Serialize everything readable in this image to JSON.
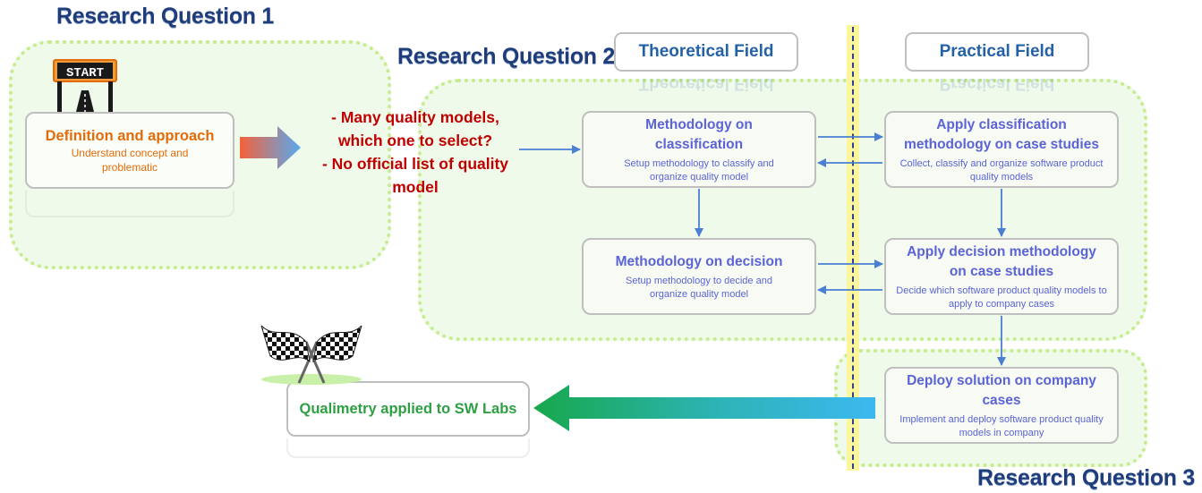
{
  "rq1": {
    "title": "Research Question 1"
  },
  "rq2": {
    "title": "Research Question 2"
  },
  "rq3": {
    "title": "Research Question 3"
  },
  "start_sign": "START",
  "definition": {
    "title": "Definition and approach",
    "subtitle": "Understand concept and problematic"
  },
  "issues": [
    "- Many quality models,",
    "which one to select?",
    "- No official list of quality",
    "model"
  ],
  "fields": {
    "theoretical": "Theoretical Field",
    "practical": "Practical Field"
  },
  "boxes": {
    "classification": {
      "title": "Methodology on classification",
      "subtitle": "Setup methodology to classify and organize quality model"
    },
    "decision": {
      "title": "Methodology on decision",
      "subtitle": "Setup methodology to decide and organize quality model"
    },
    "apply_classification": {
      "title": "Apply classification methodology on case studies",
      "subtitle": "Collect, classify and organize software product quality models"
    },
    "apply_decision": {
      "title": "Apply decision methodology on case studies",
      "subtitle": "Decide which software product quality models to apply to company cases"
    },
    "deploy": {
      "title": "Deploy solution on company cases",
      "subtitle": "Implement and deploy software product quality models in company"
    }
  },
  "final": {
    "title": "Qualimetry applied to SW Labs"
  },
  "colors": {
    "rq_title": "#1f3d7a",
    "region_border": "#c6ec8f",
    "box_text": "#5b63d6",
    "definition_text": "#e36c0a",
    "issue_text": "#c00000",
    "field_text": "#2462a8",
    "final_text": "#2ea043",
    "arrow": "#4a7fd4",
    "divider": "#fbf59b"
  }
}
